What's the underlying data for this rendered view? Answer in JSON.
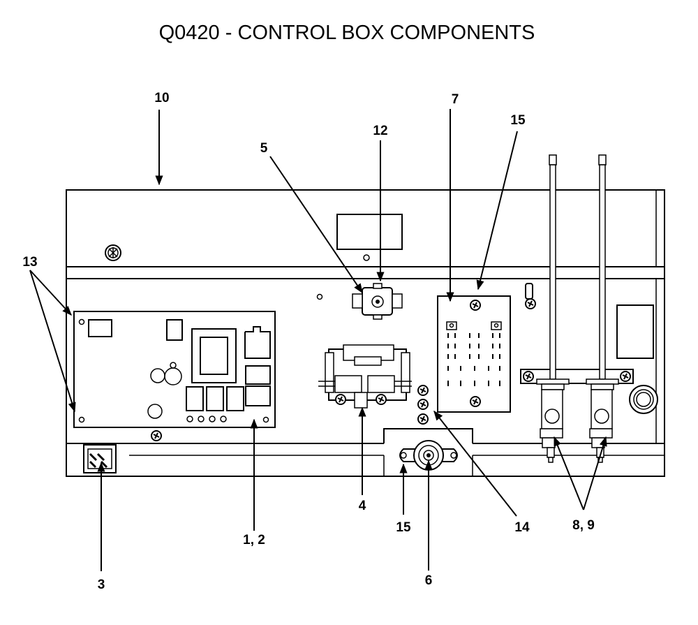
{
  "title": "Q0420 - CONTROL BOX COMPONENTS",
  "callouts": {
    "c10": "10",
    "c5": "5",
    "c12": "12",
    "c7": "7",
    "c15_top": "15",
    "c13": "13",
    "c4": "4",
    "c1_2": "1, 2",
    "c3": "3",
    "c15_bottom": "15",
    "c6": "6",
    "c14": "14",
    "c8_9": "8, 9"
  },
  "colors": {
    "line": "#000000",
    "background": "#ffffff"
  }
}
